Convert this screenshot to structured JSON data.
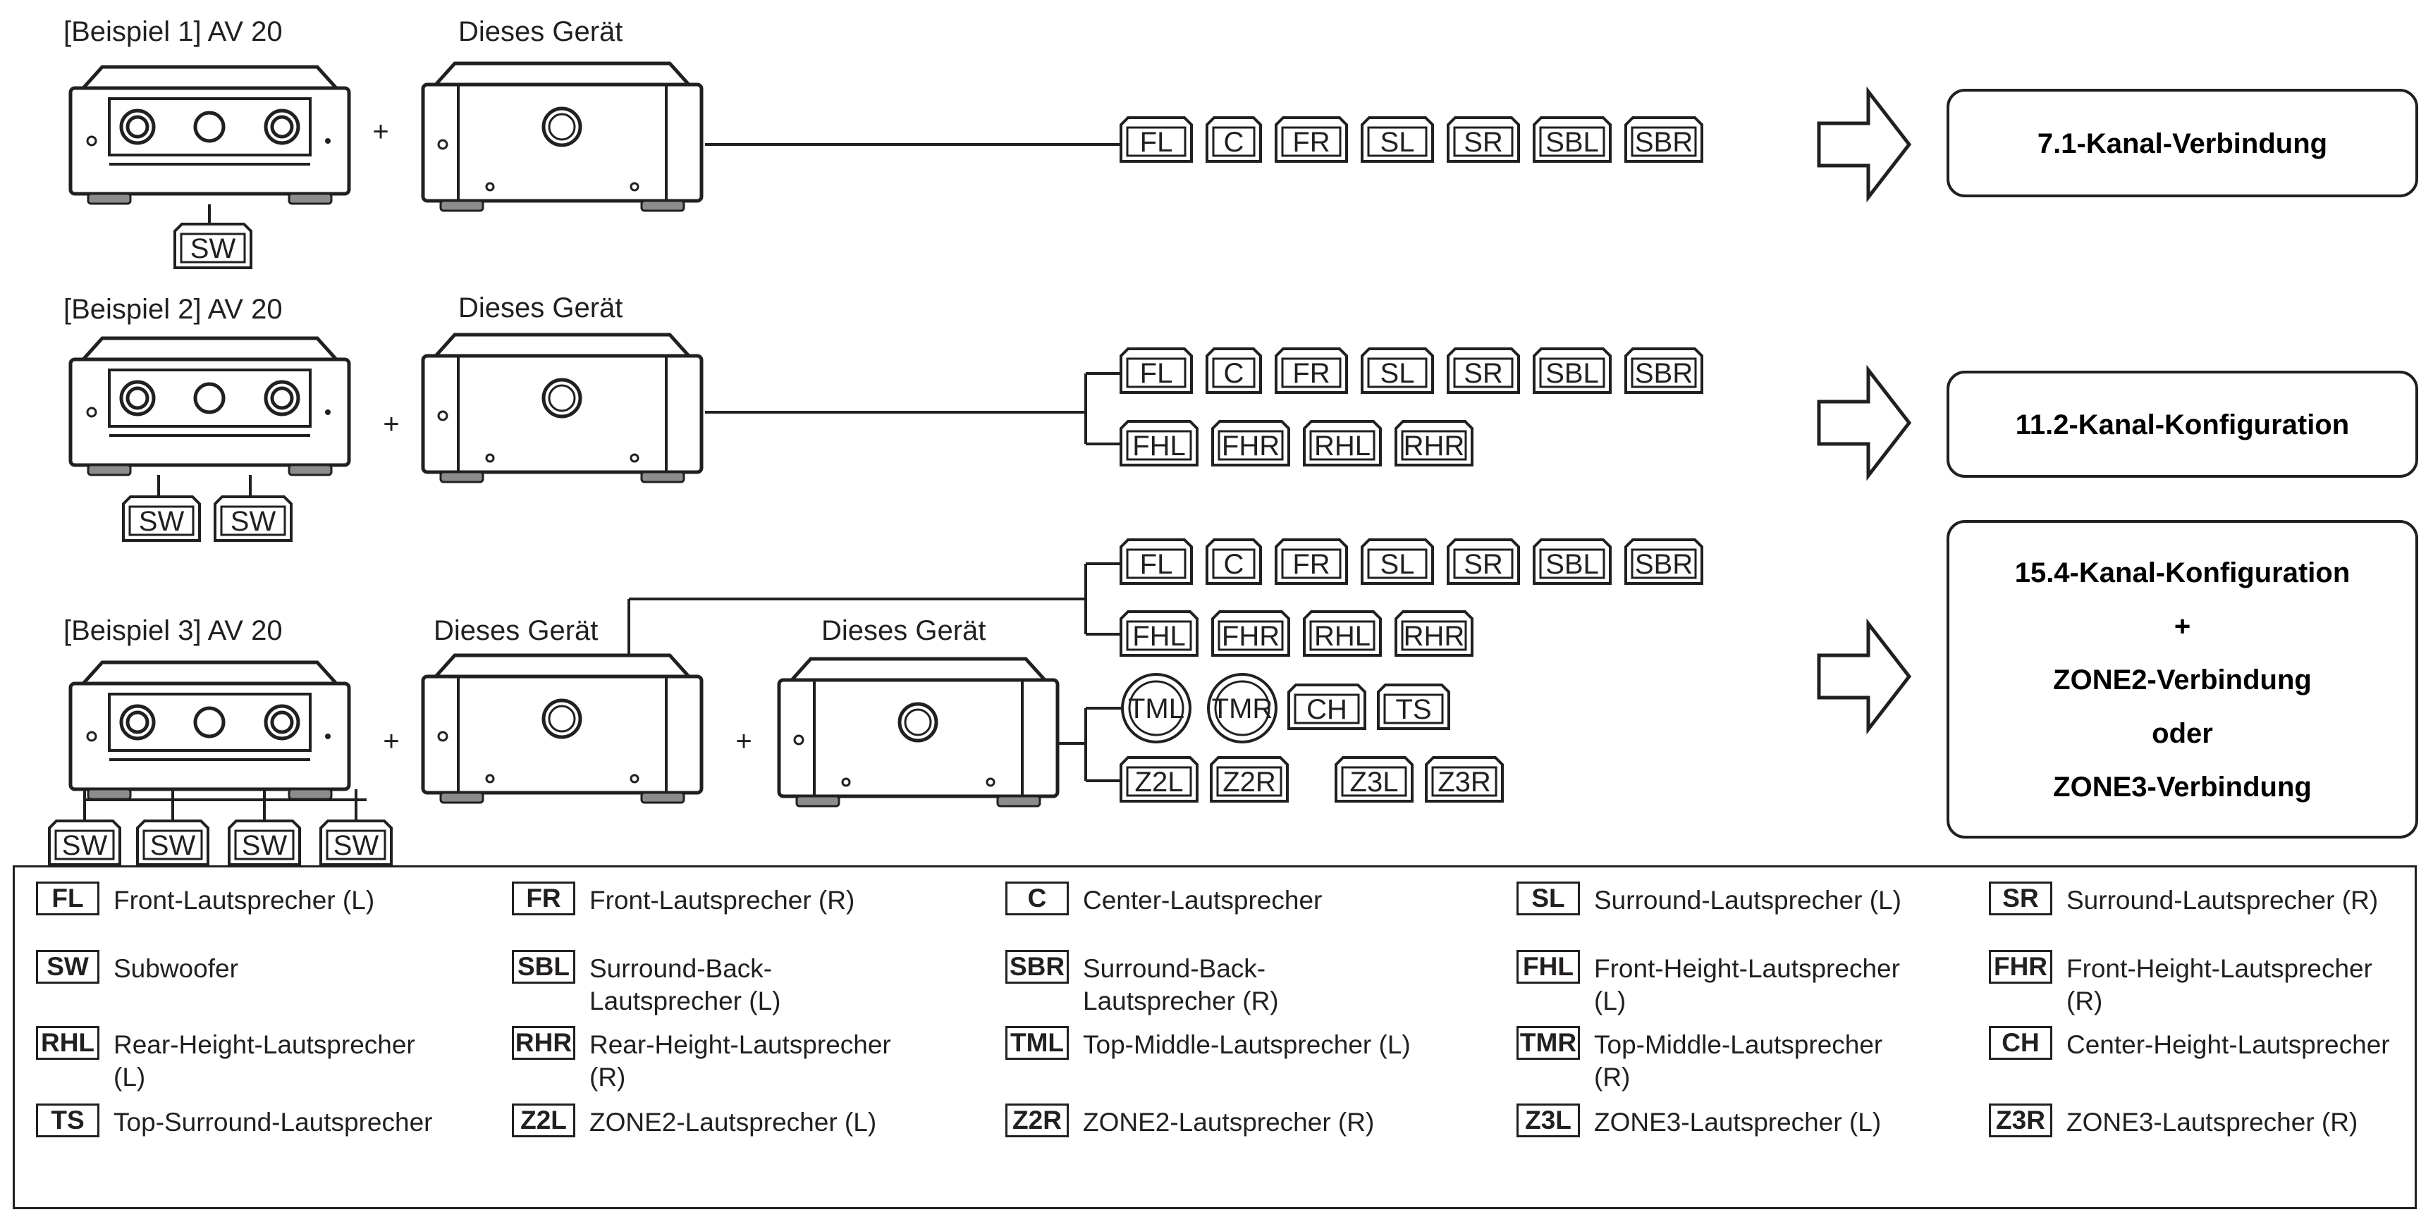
{
  "rows": [
    {
      "example_label": "[Beispiel 1] AV 20",
      "device_labels": [
        "Dieses Gerät"
      ],
      "speaker_rows": [
        [
          "FL",
          "C",
          "FR",
          "SL",
          "SR",
          "SBL",
          "SBR"
        ]
      ],
      "subwoofers": [
        "SW"
      ],
      "result": [
        "7.1-Kanal-Verbindung"
      ]
    },
    {
      "example_label": "[Beispiel 2] AV 20",
      "device_labels": [
        "Dieses Gerät"
      ],
      "speaker_rows": [
        [
          "FL",
          "C",
          "FR",
          "SL",
          "SR",
          "SBL",
          "SBR"
        ],
        [
          "FHL",
          "FHR",
          "RHL",
          "RHR"
        ]
      ],
      "subwoofers": [
        "SW",
        "SW"
      ],
      "result": [
        "11.2-Kanal-Konfiguration"
      ]
    },
    {
      "example_label": "[Beispiel 3] AV 20",
      "device_labels": [
        "Dieses Gerät",
        "Dieses Gerät"
      ],
      "speaker_rows": [
        [
          "FL",
          "C",
          "FR",
          "SL",
          "SR",
          "SBL",
          "SBR"
        ],
        [
          "FHL",
          "FHR",
          "RHL",
          "RHR"
        ]
      ],
      "top_speakers": [
        "TML",
        "TMR",
        "CH",
        "TS"
      ],
      "zone_speakers": [
        "Z2L",
        "Z2R",
        "Z3L",
        "Z3R"
      ],
      "subwoofers": [
        "SW",
        "SW",
        "SW",
        "SW"
      ],
      "result": [
        "15.4-Kanal-Konfiguration",
        "+",
        "ZONE2-Verbindung",
        "oder",
        "ZONE3-Verbindung"
      ]
    }
  ],
  "plus_sign": "+",
  "colors": {
    "line": "#231f20",
    "device_body": "#ffffff",
    "feet": "#8c8c8c"
  },
  "legend": [
    {
      "abbr": "FL",
      "desc": "Front-Lautsprecher (L)"
    },
    {
      "abbr": "FR",
      "desc": "Front-Lautsprecher (R)"
    },
    {
      "abbr": "C",
      "desc": "Center-Lautsprecher"
    },
    {
      "abbr": "SL",
      "desc": "Surround-Lautsprecher (L)"
    },
    {
      "abbr": "SR",
      "desc": "Surround-Lautsprecher (R)"
    },
    {
      "abbr": "SW",
      "desc": "Subwoofer"
    },
    {
      "abbr": "SBL",
      "desc": "Surround-Back-Lautsprecher (L)"
    },
    {
      "abbr": "SBR",
      "desc": "Surround-Back-Lautsprecher (R)"
    },
    {
      "abbr": "FHL",
      "desc": "Front-Height-Lautsprecher (L)"
    },
    {
      "abbr": "FHR",
      "desc": "Front-Height-Lautsprecher (R)"
    },
    {
      "abbr": "RHL",
      "desc": "Rear-Height-Lautsprecher (L)"
    },
    {
      "abbr": "RHR",
      "desc": "Rear-Height-Lautsprecher (R)"
    },
    {
      "abbr": "TML",
      "desc": "Top-Middle-Lautsprecher (L)"
    },
    {
      "abbr": "TMR",
      "desc": "Top-Middle-Lautsprecher (R)"
    },
    {
      "abbr": "CH",
      "desc": "Center-Height-Lautsprecher"
    },
    {
      "abbr": "TS",
      "desc": "Top-Surround-Lautsprecher"
    },
    {
      "abbr": "Z2L",
      "desc": "ZONE2-Lautsprecher (L)"
    },
    {
      "abbr": "Z2R",
      "desc": "ZONE2-Lautsprecher (R)"
    },
    {
      "abbr": "Z3L",
      "desc": "ZONE3-Lautsprecher (L)"
    },
    {
      "abbr": "Z3R",
      "desc": "ZONE3-Lautsprecher (R)"
    }
  ]
}
